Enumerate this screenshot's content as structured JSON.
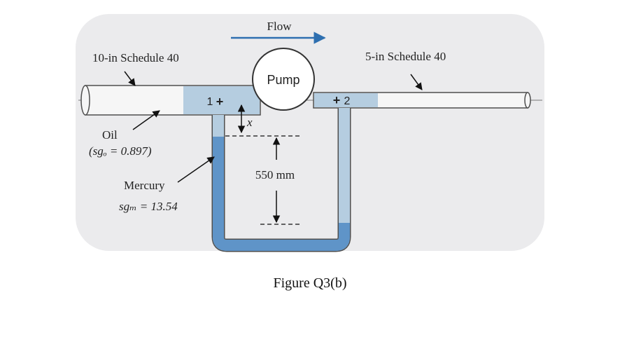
{
  "figure": {
    "flow_label": "Flow",
    "pump_label": "Pump",
    "pipe_left_label": "10-in Schedule 40",
    "pipe_right_label": "5-in Schedule 40",
    "point1_label": "1",
    "point2_label": "2",
    "oil_label": "Oil",
    "oil_sg_text": "(sgₒ = 0.897)",
    "mercury_label": "Mercury",
    "mercury_sg_text": "sgₘ = 13.54",
    "x_label": "x",
    "height_label": "550 mm",
    "caption": "Figure Q3(b)"
  },
  "colors": {
    "panel": "#ebebed",
    "oil": "#b5cde0",
    "mercury": "#5f94c8",
    "pipe_outline": "#4f4f4f",
    "flow_arrow": "#2e6fb0"
  }
}
